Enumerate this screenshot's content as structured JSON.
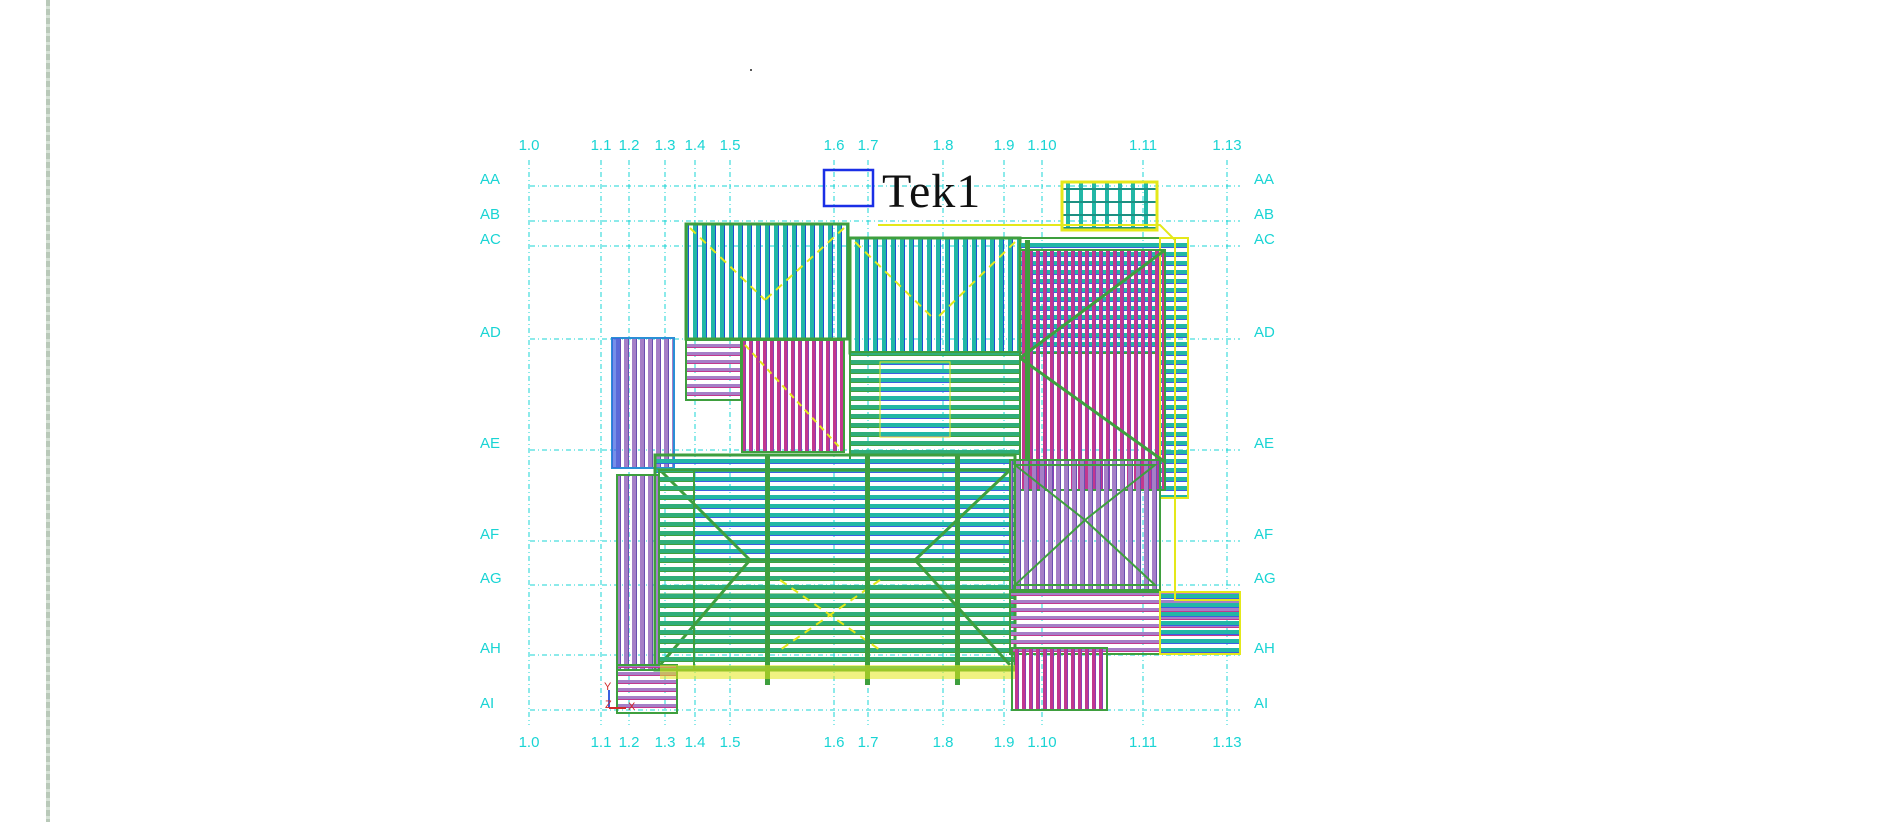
{
  "title": "Tek1",
  "colors": {
    "grid": "#19d4d4",
    "teal": "#22b7a6",
    "green": "#3e9f3e",
    "purple": "#a57fc7",
    "magenta": "#c2388e",
    "yellow": "#e4e81a",
    "blue": "#3c5fe0",
    "title_box": "#1a2fe6"
  },
  "columns": [
    "1.0",
    "1.1",
    "1.2",
    "1.3",
    "1.4",
    "1.5",
    "1.6",
    "1.7",
    "1.8",
    "1.9",
    "1.10",
    "1.11",
    "1.13"
  ],
  "rows": [
    "AA",
    "AB",
    "AC",
    "AD",
    "AE",
    "AF",
    "AG",
    "AH",
    "AI"
  ],
  "axis_indicator": {
    "z": "Z",
    "x": "X",
    "y": "Y"
  }
}
